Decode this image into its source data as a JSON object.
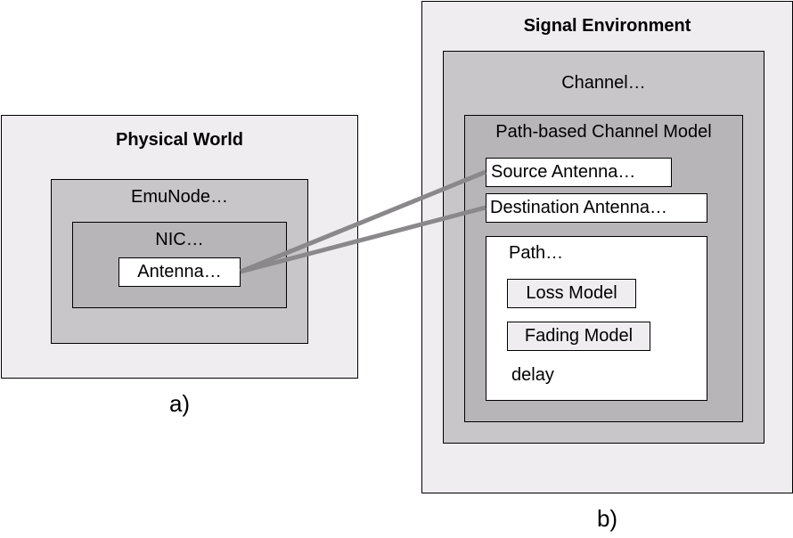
{
  "panel_a": {
    "caption": "a)",
    "title": "Physical World",
    "emunode": "EmuNode…",
    "nic": "NIC…",
    "antenna": "Antenna…"
  },
  "panel_b": {
    "caption": "b)",
    "title": "Signal Environment",
    "channel": "Channel…",
    "model": "Path-based Channel Model",
    "source_antenna": "Source Antenna…",
    "destination_antenna": "Destination Antenna…",
    "path": "Path…",
    "loss_model": "Loss Model",
    "fading_model": "Fading Model",
    "delay": "delay"
  },
  "colors": {
    "outer": "#f0edf0",
    "mid": "#c9c6c9",
    "inner": "#b8b5b8",
    "connector": "#8a888a"
  }
}
